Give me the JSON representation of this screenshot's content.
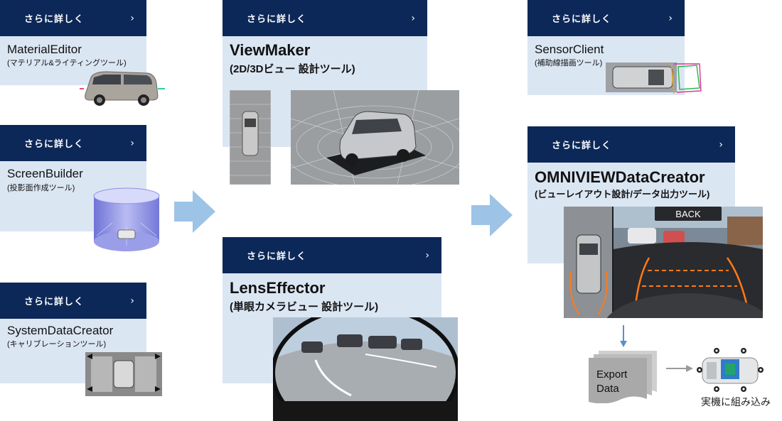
{
  "more_label": "さらに詳しく",
  "chevron": "›",
  "tools": {
    "material_editor": {
      "title": "MaterialEditor",
      "subtitle": "(マテリアル&ライティングツール)"
    },
    "screen_builder": {
      "title": "ScreenBuilder",
      "subtitle": "(投影面作成ツール)"
    },
    "system_data_creator": {
      "title": "SystemDataCreator",
      "subtitle": "(キャリブレーションツール)"
    },
    "view_maker": {
      "title": "ViewMaker",
      "subtitle": "(2D/3Dビュー 設計ツール)"
    },
    "lens_effector": {
      "title": "LensEffector",
      "subtitle": "(単眼カメラビュー 設計ツール)"
    },
    "sensor_client": {
      "title": "SensorClient",
      "subtitle": "(補助線描画ツール)"
    },
    "omniview": {
      "title": "OMNIVIEWDataCreator",
      "subtitle": "(ビューレイアウト設計/データ出力ツール)",
      "back_label": "BACK"
    }
  },
  "export": {
    "label_line1": "Export",
    "label_line2": "Data"
  },
  "embed_label": "実機に組み込み",
  "colors": {
    "header": "#0c2858",
    "panel": "#dbe6f3",
    "arrow": "#9dc3e6",
    "guideline": "#ff7a1a"
  }
}
